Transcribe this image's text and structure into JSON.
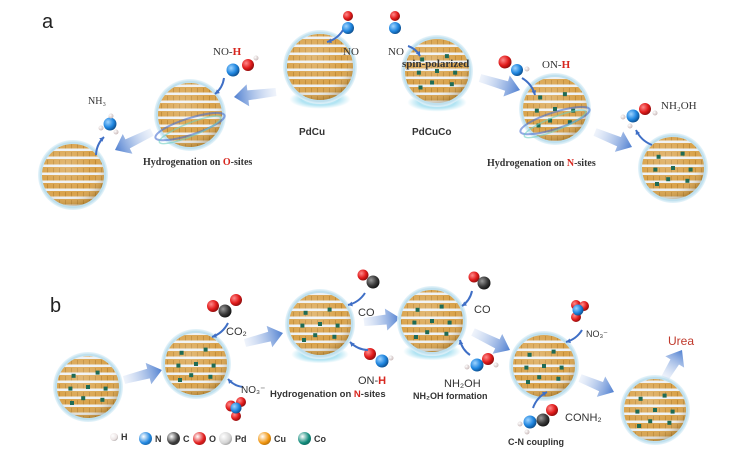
{
  "panels": {
    "a": {
      "label": "a",
      "left_pathway": {
        "catalyst_label": "PdCu",
        "caption_pre": "Hydrogenation on ",
        "caption_highlight": "O",
        "caption_post": "-sites",
        "molecules": {
          "no": "NO",
          "noh_pre": "NO-",
          "noh_h": "H",
          "nh3": "NH₃"
        }
      },
      "right_pathway": {
        "catalyst_label": "PdCuCo",
        "spin_label": "spin-polarized",
        "caption_pre": "Hydrogenation on ",
        "caption_highlight": "N",
        "caption_post": "-sites",
        "molecules": {
          "no": "NO",
          "onh_pre": "ON-",
          "onh_h": "H",
          "nh2oh": "NH₂OH"
        }
      }
    },
    "b": {
      "label": "b",
      "molecules": {
        "co2": "CO₂",
        "no3_1": "NO₃⁻",
        "co_1": "CO",
        "onh_pre": "ON-",
        "onh_h": "H",
        "co_2": "CO",
        "nh2oh": "NH₂OH",
        "no3_2": "NO₃⁻",
        "conh2": "CONH₂",
        "urea": "Urea"
      },
      "captions": {
        "hydrogenation_pre": "Hydrogenation on ",
        "hydrogenation_highlight": "N",
        "hydrogenation_post": "-sites",
        "nh2oh_formation": "NH₂OH formation",
        "cn_coupling": "C-N coupling"
      },
      "legend": [
        {
          "symbol": "H",
          "color": "#ece4e4"
        },
        {
          "symbol": "N",
          "color": "#1f86e0"
        },
        {
          "symbol": "C",
          "color": "#3a3a3a"
        },
        {
          "symbol": "O",
          "color": "#e11b1b"
        },
        {
          "symbol": "Pd",
          "color": "#d4d4d4"
        },
        {
          "symbol": "Cu",
          "color": "#f0930a"
        },
        {
          "symbol": "Co",
          "color": "#0e8a7a"
        }
      ]
    }
  },
  "colors": {
    "highlight_red": "#d7261e",
    "urea_red": "#c0392b",
    "arrow_blue": "#4f7fd0",
    "sphere_gold": "#d9a24a",
    "sphere_silver": "#e8eef2",
    "co_dopant": "#1f6b55"
  }
}
